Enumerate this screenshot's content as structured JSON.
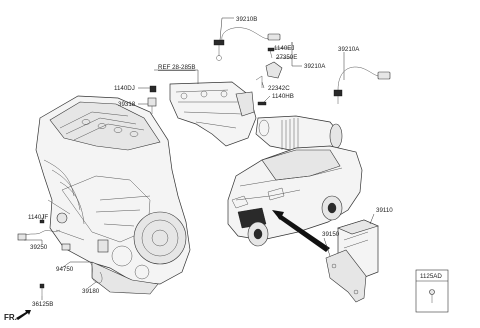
{
  "labels": {
    "p39210b": "39210B",
    "p1140ej": "1140EJ",
    "p27350e": "27350E",
    "p39210a_top": "39210A",
    "p39210a_mid": "39210A",
    "ref": "REF 28-285B",
    "p1140dj": "1140DJ",
    "p39318": "39318",
    "p22342c": "22342C",
    "p1140hb": "1140HB",
    "p1140jf": "1140JF",
    "p39250": "39250",
    "p94750": "94750",
    "p39180": "39180",
    "p36125b": "36125B",
    "p39150": "39150",
    "p39110": "39110",
    "p1125ad": "1125AD",
    "fr": "FR."
  }
}
